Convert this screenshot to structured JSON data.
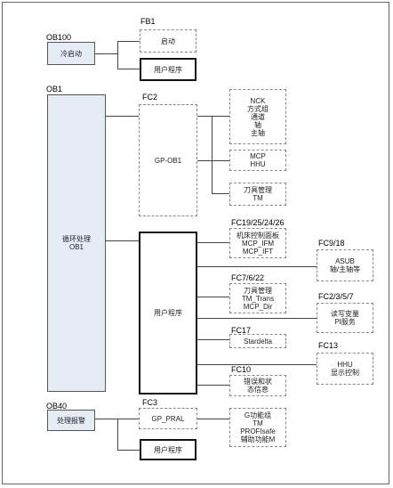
{
  "blocks": {
    "fb1": {
      "label": "FB1",
      "startup": "启动"
    },
    "ob100": {
      "label": "OB100",
      "text": "冷启动"
    },
    "user_prog_1": {
      "text": "用户程序"
    },
    "ob1": {
      "label": "OB1",
      "line1": "循环处理",
      "line2": "OB1"
    },
    "fc2": {
      "label": "FC2",
      "text": "GP-OB1"
    },
    "nck_group": {
      "l1": "NCK",
      "l2": "方式组",
      "l3": "通道",
      "l4": "轴",
      "l5": "主轴"
    },
    "mcp_group": {
      "l1": "MCP",
      "l2": "HHU"
    },
    "tool_group": {
      "l1": "刀具管理",
      "l2": "TM"
    },
    "fc19": {
      "label": "FC19/25/24/26",
      "l1": "机床控制面板",
      "l2": "MCP_IFM",
      "l3": "MCP_IFT"
    },
    "fc9": {
      "label": "FC9/18",
      "l1": "ASUB",
      "l2": "轴/主轴等"
    },
    "fc7": {
      "label": "FC7/6/22",
      "l1": "刀具管理",
      "l2": "TM_Trans",
      "l3": "MCP_Dir"
    },
    "user_prog_2": {
      "text": "用户程序"
    },
    "fc2357": {
      "label": "FC2/3/5/7",
      "l1": "读写变量",
      "l2": "PI服务"
    },
    "fc17": {
      "label": "FC17",
      "text": "Stardelta"
    },
    "fc13": {
      "label": "FC13",
      "l1": "HHU",
      "l2": "显示控制"
    },
    "fc10": {
      "label": "FC10",
      "l1": "错误和状",
      "l2": "态信息"
    },
    "ob40": {
      "label": "OB40",
      "text": "处理报警"
    },
    "fc3": {
      "label": "FC3",
      "text": "GP_PRAL"
    },
    "gfunc": {
      "l1": "G功能组",
      "l2": "TM",
      "l3": "PROFIsafe",
      "l4": "辅助功能M"
    },
    "user_prog_3": {
      "text": "用户程序"
    }
  }
}
